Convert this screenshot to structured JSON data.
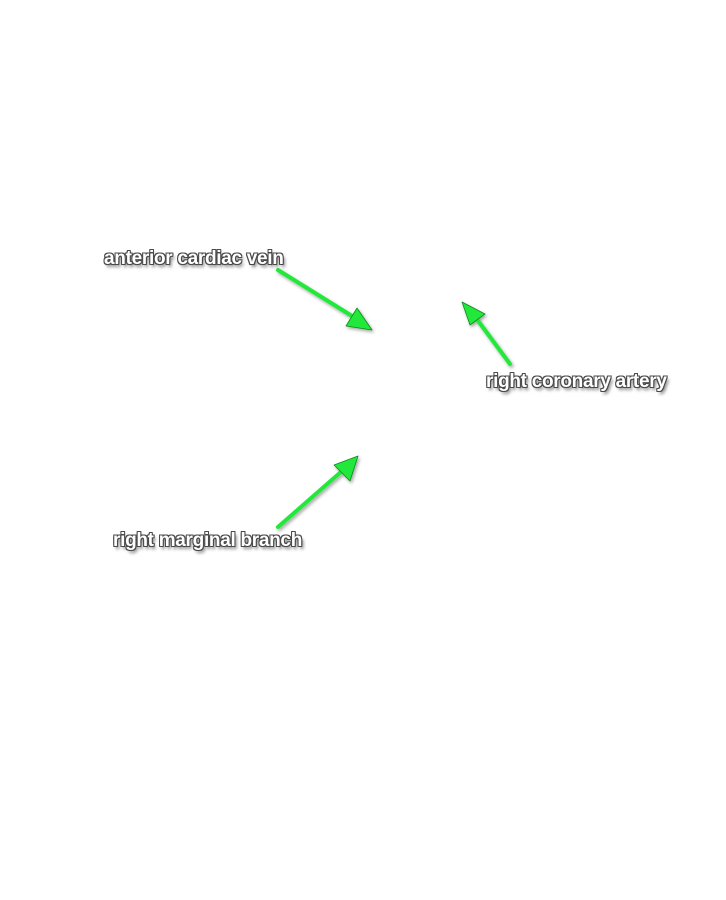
{
  "labels": {
    "anterior_cardiac_vein": "anterior cardiac vein",
    "right_coronary_artery": "right coronary artery",
    "right_marginal_branch": "right marginal branch"
  },
  "colors": {
    "arrow": "#22e83a",
    "arrow_outline": "#0a8a1c",
    "label_text": "#ffffff",
    "label_outline": "#4a4a4a",
    "background": "#ffffff"
  }
}
